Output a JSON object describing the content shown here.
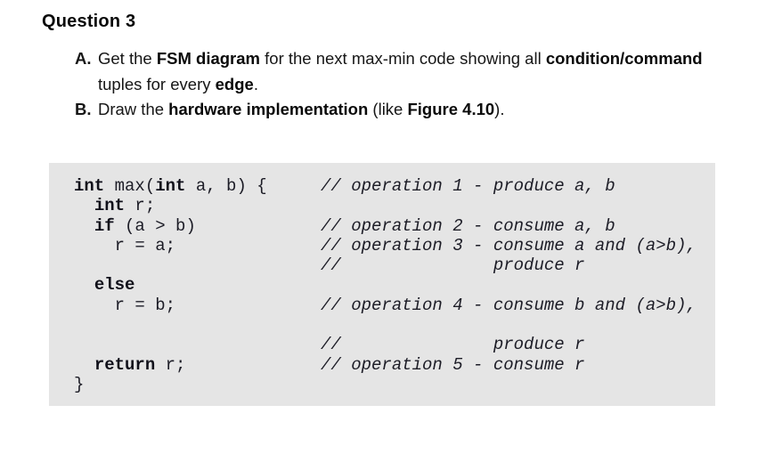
{
  "title": "Question 3",
  "tasks": [
    {
      "label": "A.",
      "lines": [
        [
          [
            "Get the ",
            false
          ],
          [
            "FSM diagram",
            true
          ],
          [
            " for the next max-min code showing all ",
            false
          ],
          [
            "condition/command",
            true
          ]
        ],
        [
          [
            "tuples for every ",
            false
          ],
          [
            "edge",
            true
          ],
          [
            ".",
            false
          ]
        ]
      ]
    },
    {
      "label": "B.",
      "lines": [
        [
          [
            "Draw the ",
            false
          ],
          [
            "hardware implementation",
            true
          ],
          [
            " (like ",
            false
          ],
          [
            "Figure 4.10",
            true
          ],
          [
            ").",
            false
          ]
        ]
      ]
    }
  ],
  "code_block": {
    "background_color": "#e5e5e5",
    "lines": [
      {
        "code": [
          [
            "int",
            true
          ],
          [
            " max(",
            false
          ],
          [
            "int",
            true
          ],
          [
            " a, b) {",
            false
          ]
        ],
        "comment": "// operation 1 - produce a, b"
      },
      {
        "code": [
          [
            "  ",
            false
          ],
          [
            "int",
            true
          ],
          [
            " r;",
            false
          ]
        ],
        "comment": ""
      },
      {
        "code": [
          [
            "  ",
            false
          ],
          [
            "if",
            true
          ],
          [
            " (a > b)",
            false
          ]
        ],
        "comment": "// operation 2 - consume a, b"
      },
      {
        "code": [
          [
            "    r = a;",
            false
          ]
        ],
        "comment": "// operation 3 - consume a and (a>b),"
      },
      {
        "code": [],
        "comment": "//               produce r"
      },
      {
        "code": [
          [
            "  ",
            false
          ],
          [
            "else",
            true
          ]
        ],
        "comment": ""
      },
      {
        "code": [
          [
            "    r = b;",
            false
          ]
        ],
        "comment": "// operation 4 - consume b and (a>b),"
      },
      {
        "code": [],
        "comment": ""
      },
      {
        "code": [],
        "comment": "//               produce r"
      },
      {
        "code": [
          [
            "  ",
            false
          ],
          [
            "return",
            true
          ],
          [
            " r;",
            false
          ]
        ],
        "comment": "// operation 5 - consume r"
      },
      {
        "code": [
          [
            "}",
            false
          ]
        ],
        "comment": ""
      }
    ]
  }
}
